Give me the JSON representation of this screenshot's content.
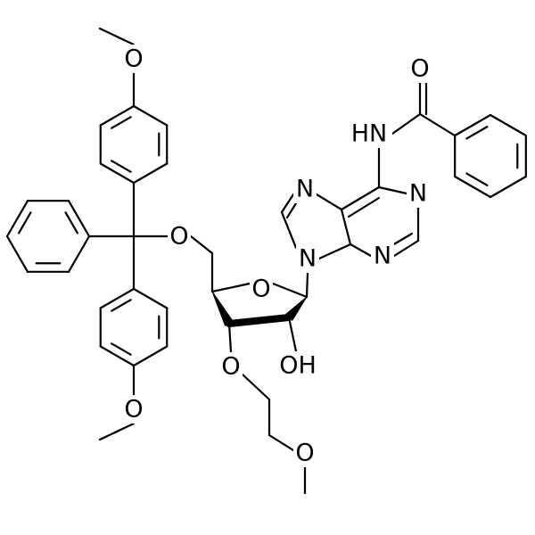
{
  "molecule": {
    "labels": {
      "methoxy_top_o": "O",
      "methoxy_bottom_o": "O",
      "trityl_ether_o": "O",
      "ring_o": "O",
      "ether_3_o": "O",
      "chain_o": "O",
      "hydroxyl": "OH",
      "n7": "N",
      "n9": "N",
      "n1": "N",
      "n3": "N",
      "amide_nh": "HN",
      "carbonyl_o": "O"
    }
  },
  "colors": {
    "ink": "#000000",
    "background": "#ffffff"
  }
}
